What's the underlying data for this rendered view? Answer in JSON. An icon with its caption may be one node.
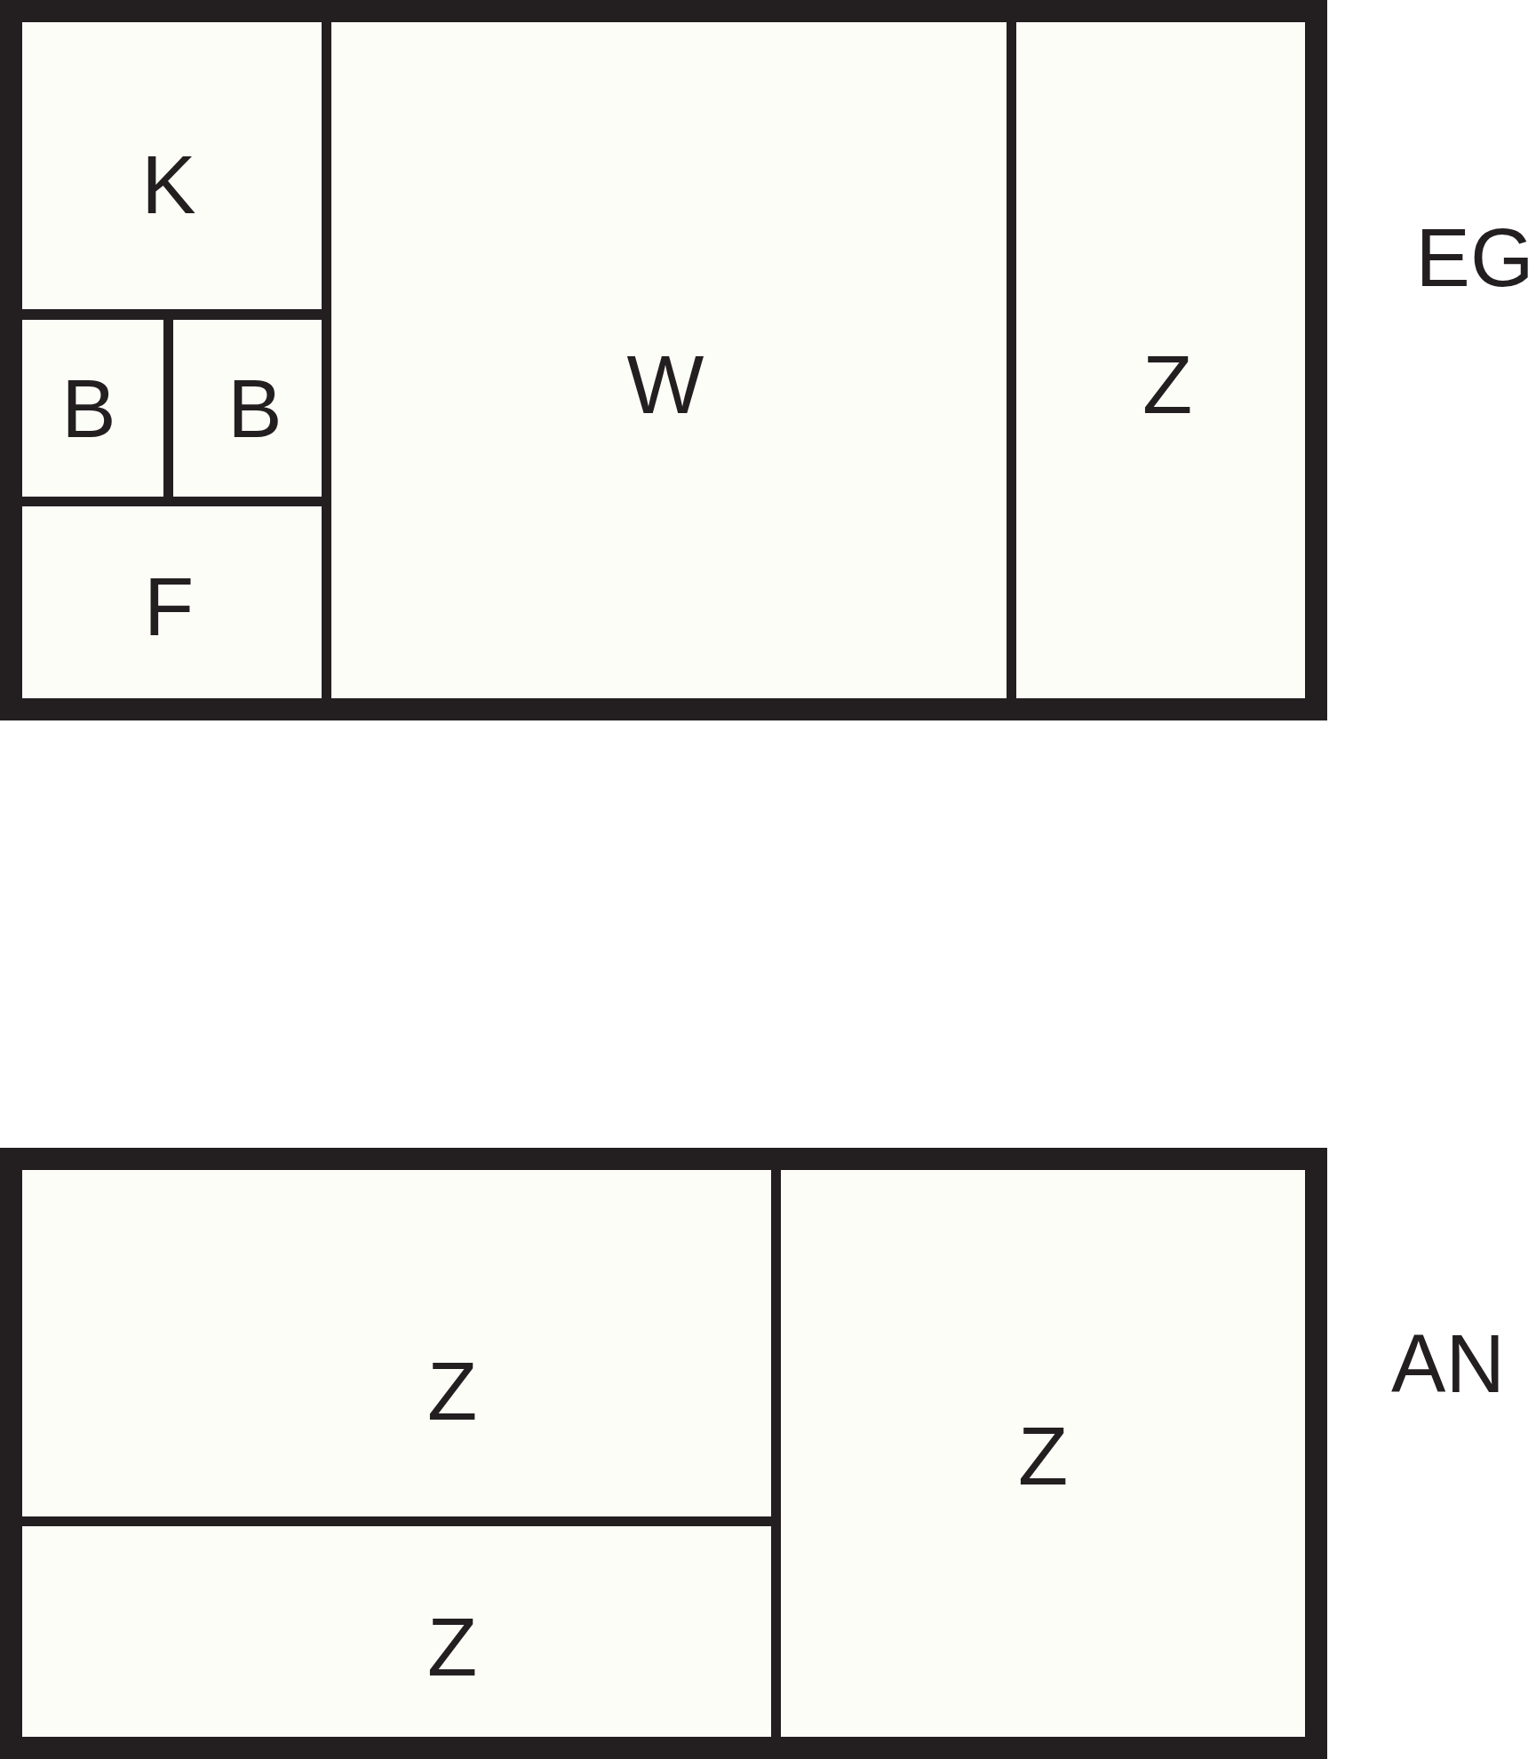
{
  "diagram": {
    "nodes": [
      {
        "text": [
          "EG"
        ]
      },
      {
        "text": [
          "K"
        ],
        "in": 0
      },
      {
        "text": [
          "B"
        ],
        "in": 0
      },
      {
        "text": [
          "B"
        ],
        "in": 0
      },
      {
        "text": [
          "F"
        ],
        "in": 0
      },
      {
        "text": [
          "W"
        ],
        "in": 0
      },
      {
        "text": [
          "Z"
        ],
        "in": 0
      },
      {
        "text": [
          "AN"
        ]
      },
      {
        "text": [
          "Z"
        ],
        "in": 7
      },
      {
        "text": [
          "Z"
        ],
        "in": 7
      },
      {
        "text": [
          "Z"
        ],
        "in": 7
      }
    ]
  }
}
